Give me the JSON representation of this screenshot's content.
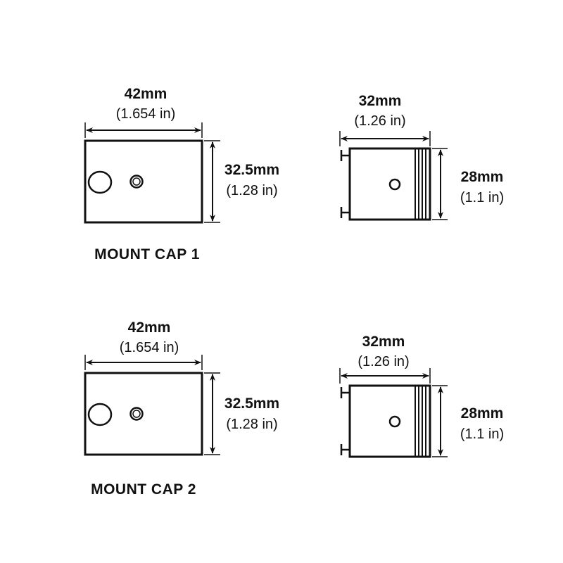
{
  "caps": [
    {
      "title": "MOUNT CAP 1",
      "front": {
        "width_mm": "42mm",
        "width_in": "(1.654 in)",
        "height_mm": "32.5mm",
        "height_in": "(1.28 in)"
      },
      "side": {
        "width_mm": "32mm",
        "width_in": "(1.26 in)",
        "height_mm": "28mm",
        "height_in": "(1.1 in)"
      }
    },
    {
      "title": "MOUNT CAP 2",
      "front": {
        "width_mm": "42mm",
        "width_in": "(1.654 in)",
        "height_mm": "32.5mm",
        "height_in": "(1.28 in)"
      },
      "side": {
        "width_mm": "32mm",
        "width_in": "(1.26 in)",
        "height_mm": "28mm",
        "height_in": "(1.1 in)"
      }
    }
  ]
}
